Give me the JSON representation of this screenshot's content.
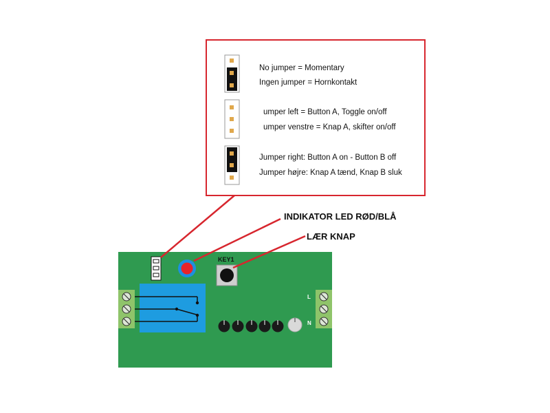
{
  "legend": {
    "rows": [
      {
        "line1": "No jumper = Momentary",
        "line2": "Ingen jumper = Hornkontakt"
      },
      {
        "line1": "umper left = Button A, Toggle on/off",
        "line2": "umper venstre = Knap A, skifter on/off"
      },
      {
        "line1": "Jumper right: Button A on - Button B off",
        "line2": "Jumper højre: Knap A tænd, Knap B sluk"
      }
    ]
  },
  "callouts": {
    "led": "INDIKATOR LED RØD/BLÅ",
    "learn": "LÆR KNAP"
  },
  "board": {
    "key_label": "KEY1",
    "terminal_l": "L",
    "terminal_n": "N"
  },
  "colors": {
    "pcb": "#2f9a50",
    "relay": "#1e9ce0",
    "callout_red": "#d7262e",
    "led_red": "#e8232a",
    "led_ring": "#1e8fe0",
    "jumper_pin": "#e0a84c",
    "terminal": "#8fc46a"
  }
}
